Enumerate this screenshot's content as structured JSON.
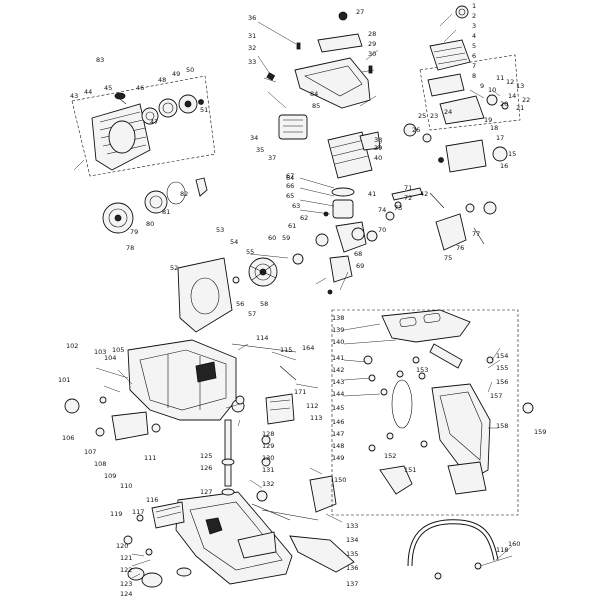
{
  "callouts": [
    {
      "t": "1"
    },
    {
      "t": "2"
    },
    {
      "t": "3"
    },
    {
      "t": "4"
    },
    {
      "t": "5"
    },
    {
      "t": "6"
    },
    {
      "t": "7"
    },
    {
      "t": "8"
    },
    {
      "t": "9"
    },
    {
      "t": "10"
    },
    {
      "t": "11"
    },
    {
      "t": "12"
    },
    {
      "t": "13"
    },
    {
      "t": "14"
    },
    {
      "t": "15"
    },
    {
      "t": "16"
    },
    {
      "t": "17"
    },
    {
      "t": "18"
    },
    {
      "t": "19"
    },
    {
      "t": "20"
    },
    {
      "t": "21"
    },
    {
      "t": "22"
    },
    {
      "t": "23"
    },
    {
      "t": "24"
    },
    {
      "t": "25"
    },
    {
      "t": "26"
    },
    {
      "t": "27"
    },
    {
      "t": "28"
    },
    {
      "t": "29"
    },
    {
      "t": "30"
    },
    {
      "t": "31"
    },
    {
      "t": "32"
    },
    {
      "t": "33"
    },
    {
      "t": "34"
    },
    {
      "t": "35"
    },
    {
      "t": "36"
    },
    {
      "t": "37"
    },
    {
      "t": "38"
    },
    {
      "t": "39"
    },
    {
      "t": "40"
    },
    {
      "t": "41"
    },
    {
      "t": "42"
    },
    {
      "t": "43"
    },
    {
      "t": "44"
    },
    {
      "t": "45"
    },
    {
      "t": "46"
    },
    {
      "t": "47"
    },
    {
      "t": "48"
    },
    {
      "t": "49"
    },
    {
      "t": "50"
    },
    {
      "t": "51"
    },
    {
      "t": "52"
    },
    {
      "t": "53"
    },
    {
      "t": "54"
    },
    {
      "t": "55"
    },
    {
      "t": "56"
    },
    {
      "t": "57"
    },
    {
      "t": "58"
    },
    {
      "t": "59"
    },
    {
      "t": "60"
    },
    {
      "t": "61"
    },
    {
      "t": "62"
    },
    {
      "t": "63"
    },
    {
      "t": "64"
    },
    {
      "t": "65"
    },
    {
      "t": "66"
    },
    {
      "t": "67"
    },
    {
      "t": "68"
    },
    {
      "t": "69"
    },
    {
      "t": "70"
    },
    {
      "t": "71"
    },
    {
      "t": "72"
    },
    {
      "t": "73"
    },
    {
      "t": "74"
    },
    {
      "t": "75"
    },
    {
      "t": "76"
    },
    {
      "t": "77"
    },
    {
      "t": "78"
    },
    {
      "t": "79"
    },
    {
      "t": "80"
    },
    {
      "t": "81"
    },
    {
      "t": "82"
    },
    {
      "t": "83"
    },
    {
      "t": "84"
    },
    {
      "t": "85"
    },
    {
      "t": "101"
    },
    {
      "t": "102"
    },
    {
      "t": "103"
    },
    {
      "t": "104"
    },
    {
      "t": "105"
    },
    {
      "t": "106"
    },
    {
      "t": "107"
    },
    {
      "t": "108"
    },
    {
      "t": "109"
    },
    {
      "t": "110"
    },
    {
      "t": "111"
    },
    {
      "t": "112"
    },
    {
      "t": "113"
    },
    {
      "t": "114"
    },
    {
      "t": "115"
    },
    {
      "t": "116"
    },
    {
      "t": "117"
    },
    {
      "t": "118"
    },
    {
      "t": "119"
    },
    {
      "t": "120"
    },
    {
      "t": "121"
    },
    {
      "t": "122"
    },
    {
      "t": "123"
    },
    {
      "t": "124"
    },
    {
      "t": "125"
    },
    {
      "t": "126"
    },
    {
      "t": "127"
    },
    {
      "t": "128"
    },
    {
      "t": "129"
    },
    {
      "t": "130"
    },
    {
      "t": "131"
    },
    {
      "t": "132"
    },
    {
      "t": "133"
    },
    {
      "t": "134"
    },
    {
      "t": "135"
    },
    {
      "t": "136"
    },
    {
      "t": "137"
    },
    {
      "t": "138"
    },
    {
      "t": "139"
    },
    {
      "t": "140"
    },
    {
      "t": "141"
    },
    {
      "t": "142"
    },
    {
      "t": "143"
    },
    {
      "t": "144"
    },
    {
      "t": "145"
    },
    {
      "t": "146"
    },
    {
      "t": "147"
    },
    {
      "t": "148"
    },
    {
      "t": "149"
    },
    {
      "t": "150"
    },
    {
      "t": "151"
    },
    {
      "t": "152"
    },
    {
      "t": "153"
    },
    {
      "t": "154"
    },
    {
      "t": "155"
    },
    {
      "t": "156"
    },
    {
      "t": "157"
    },
    {
      "t": "158"
    },
    {
      "t": "159"
    },
    {
      "t": "160"
    },
    {
      "t": "164"
    },
    {
      "t": "171"
    }
  ]
}
